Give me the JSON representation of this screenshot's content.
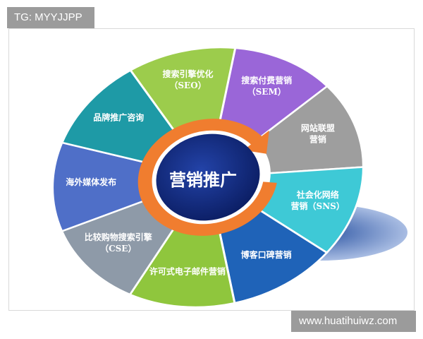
{
  "watermark": {
    "tag": "TG: MYYJJPP",
    "site": "www.huatihuiwz.com"
  },
  "diagram": {
    "center": "营销推广",
    "segments": [
      {
        "lines": [
          "搜索付费营销",
          "（SEM）"
        ],
        "color": "#9a66d8"
      },
      {
        "lines": [
          "网站联盟",
          "营销"
        ],
        "color": "#9e9e9e"
      },
      {
        "lines": [
          "社会化网络",
          "营销（SNS）"
        ],
        "color": "#3ec9d6"
      },
      {
        "lines": [
          "博客口碑营销"
        ],
        "color": "#1f63b8"
      },
      {
        "lines": [
          "许可式电子邮件营销"
        ],
        "color": "#8fc63d"
      },
      {
        "lines": [
          "比较购物搜索引擎",
          "（CSE）"
        ],
        "color": "#8e9aa8"
      },
      {
        "lines": [
          "海外媒体发布"
        ],
        "color": "#4f6fc8"
      },
      {
        "lines": [
          "品牌推广咨询"
        ],
        "color": "#1e9aa6"
      },
      {
        "lines": [
          "搜索引擎优化",
          "（SEO）"
        ],
        "color": "#9ccc4c"
      }
    ],
    "colors": {
      "arrow": "#f07d2f",
      "center": "#152f86",
      "shadow": "#4f73b4"
    }
  }
}
